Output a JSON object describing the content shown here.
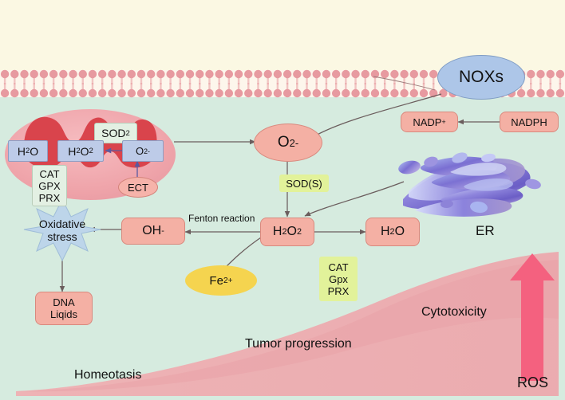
{
  "figure": {
    "domain": "Diagram",
    "type": "biological-pathway",
    "title_visible": false
  },
  "colors": {
    "extracellular": "#fbf8e3",
    "cytoplasm": "#d6ebdf",
    "membrane_head": "#e79aa0",
    "membrane_core": "#fdf6ec",
    "node_pink": "#f4b0a4",
    "node_pink_border": "#d9897e",
    "node_blue": "#bdcbe8",
    "node_blue_border": "#8e9ec4",
    "nox_blue": "#adc6e8",
    "enzyme_lime": "#e2f29a",
    "enzyme_mint": "#e3f0e3",
    "star_blue": "#bdd5ea",
    "iron_yellow": "#f5d44f",
    "mito_outer": "#f0a9ae",
    "mito_inner": "#d9444c",
    "er_purple": "#7b6fd0",
    "ros_arrow": "#f4617f",
    "wedge_pink": "#eeaeb1",
    "arrow_stroke": "#6b5d5d"
  },
  "membrane": {
    "name": "plasma-membrane",
    "lipid_count": 58
  },
  "compartments": {
    "extracellular_label": "",
    "cytoplasm_label": ""
  },
  "organelles": {
    "mitochondrion": {
      "name": "mitochondrion",
      "label": ""
    },
    "er": {
      "name": "endoplasmic-reticulum",
      "label": "ER"
    }
  },
  "nodes": {
    "noxs": {
      "label": "NOXs",
      "shape": "ellipse",
      "color": "#adc6e8"
    },
    "nadph": {
      "label": "NADPH",
      "shape": "rounded-rect",
      "color": "#f4b0a4"
    },
    "nadp_plus": {
      "label": "NADP",
      "sup": "+",
      "shape": "rounded-rect",
      "color": "#f4b0a4"
    },
    "superoxide_cyto": {
      "label": "O",
      "sup": "2-",
      "shape": "ellipse",
      "color": "#f4b0a4"
    },
    "superoxide_mito": {
      "label": "O",
      "sup": "2-",
      "shape": "rect",
      "color": "#bdcbe8"
    },
    "h2o2_mito": {
      "label": "H",
      "sub1": "2",
      "mid": "O",
      "sub2": "2",
      "shape": "rect",
      "color": "#bdcbe8"
    },
    "h2o_mito": {
      "label": "H",
      "sub1": "2",
      "mid": "O",
      "shape": "rect",
      "color": "#bdcbe8"
    },
    "h2o2_cyto": {
      "label": "H",
      "sub1": "2",
      "mid": "O",
      "sub2": "2",
      "shape": "rounded-rect",
      "color": "#f4b0a4"
    },
    "h2o_cyto": {
      "label": "H",
      "sub1": "2",
      "mid": "O",
      "shape": "rounded-rect",
      "color": "#f4b0a4"
    },
    "hydroxyl": {
      "label": "OH",
      "sup": "-",
      "shape": "rounded-rect",
      "color": "#f4b0a4"
    },
    "ferrous": {
      "label": "Fe",
      "sup": "2+",
      "shape": "ellipse",
      "color": "#f5d44f"
    },
    "ect": {
      "label": "ECT",
      "shape": "ellipse",
      "color": "#f6b3aa"
    },
    "dna_lipids": {
      "line1": "DNA",
      "line2": "Liqids",
      "shape": "rounded-rect",
      "color": "#f4b0a4"
    },
    "oxidative_stress": {
      "line1": "Oxidative",
      "line2": "stress",
      "shape": "8-point-star",
      "color": "#bdd5ea"
    }
  },
  "enzymes": {
    "sod2": {
      "label": "SOD",
      "sub": "2",
      "style": "mint"
    },
    "sod_s": {
      "label": "SOD(S)",
      "style": "lime"
    },
    "mito_antioxidants": {
      "lines": [
        "CAT",
        "GPX",
        "PRX"
      ],
      "style": "mint"
    },
    "cyto_antioxidants": {
      "lines": [
        "CAT",
        "Gpx",
        "PRX"
      ],
      "style": "lime"
    }
  },
  "edge_labels": {
    "fenton": "Fenton reaction"
  },
  "gradient_wedge": {
    "name": "ros-gradient-wedge",
    "labels": [
      "Homeotasis",
      "Tumor progression",
      "Cytotoxicity"
    ]
  },
  "ros_arrow": {
    "label": "ROS",
    "direction": "up",
    "color": "#f4617f"
  },
  "edges": [
    {
      "from": "noxs",
      "to": "superoxide_cyto",
      "style": "curved-arrow"
    },
    {
      "from": "nadph",
      "to": "nadp_plus",
      "style": "straight-arrow"
    },
    {
      "from": "mitochondrion",
      "to": "superoxide_cyto",
      "style": "straight-arrow"
    },
    {
      "from": "ect",
      "to": "superoxide_mito",
      "style": "straight-arrow"
    },
    {
      "from": "superoxide_mito",
      "to": "h2o2_mito",
      "style": "straight-arrow",
      "enzyme": "sod2"
    },
    {
      "from": "h2o2_mito",
      "to": "h2o_mito",
      "style": "straight-arrow"
    },
    {
      "from": "superoxide_cyto",
      "to": "h2o2_cyto",
      "style": "straight-arrow",
      "enzyme": "sod_s"
    },
    {
      "from": "er",
      "to": "h2o2_cyto",
      "style": "curved-arrow"
    },
    {
      "from": "h2o2_cyto",
      "to": "h2o_cyto",
      "style": "straight-arrow",
      "enzyme": "cyto_antioxidants"
    },
    {
      "from": "h2o2_cyto",
      "to": "hydroxyl",
      "style": "straight-arrow",
      "label": "Fenton reaction"
    },
    {
      "from": "h2o2_cyto",
      "to": "ferrous",
      "style": "curved-arrow"
    },
    {
      "from": "hydroxyl",
      "to": "oxidative_stress",
      "style": "straight-arrow"
    },
    {
      "from": "oxidative_stress",
      "to": "dna_lipids",
      "style": "straight-arrow"
    }
  ]
}
